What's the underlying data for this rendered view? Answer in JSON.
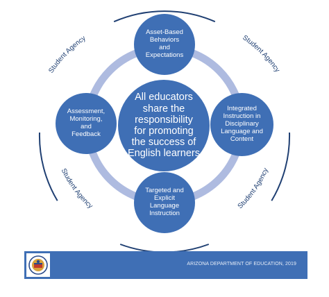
{
  "diagram": {
    "center_text": "All educators\nshare the\nresponsibility\nfor promoting\nthe success of\nEnglish learners",
    "nodes": {
      "top": "Asset-Based\nBehaviors\nand\nExpectations",
      "right": "Integrated\nInstruction in\nDisciplinary\nLanguage and\nContent",
      "bottom": "Targeted and\nExplicit\nLanguage\nInstruction",
      "left": "Assessment,\nMonitoring,\nand\nFeedback"
    },
    "outer_ring_labels": [
      "Student Agency",
      "Student Agency",
      "Student Agency",
      "Student Agency"
    ]
  },
  "footer": {
    "text": "ARIZONA DEPARTMENT OF EDUCATION, 2019",
    "logo_icon": "arizona-department-of-education-seal-icon"
  },
  "colors": {
    "node_fill": "#3f6fb5",
    "inner_ring": "#aebbe0",
    "outer_ring": "#1f3f72",
    "label_text": "#1f3f72",
    "footer_bg": "#3f6fb5"
  }
}
